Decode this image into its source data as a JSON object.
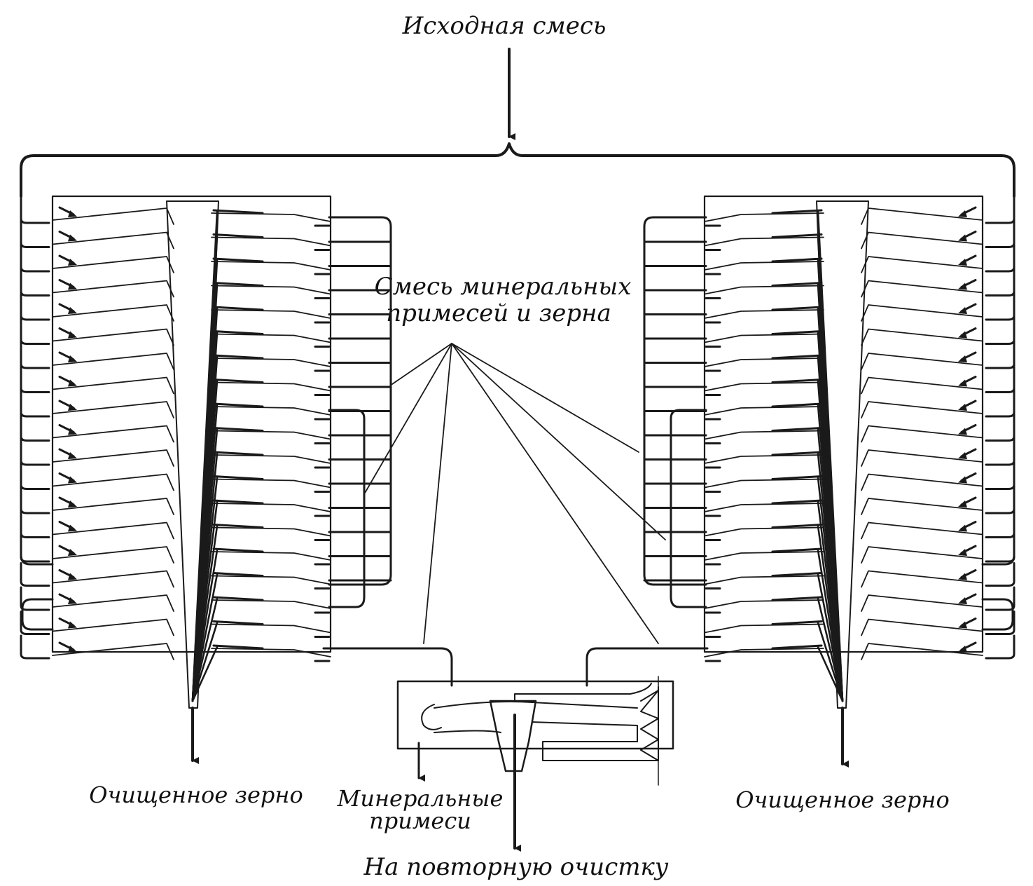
{
  "labels": {
    "input": "Исходная смесь",
    "mix_line1": "Смесь минеральных",
    "mix_line2": "примесей и зерна",
    "clean_left": "Очищенное зерно",
    "clean_right": "Очищенное зерно",
    "mineral_line1": "Минеральные",
    "mineral_line2": "примеси",
    "recycle": "На повторную очистку"
  },
  "colors": {
    "ink": "#1a1a1a",
    "background": "#ffffff"
  }
}
